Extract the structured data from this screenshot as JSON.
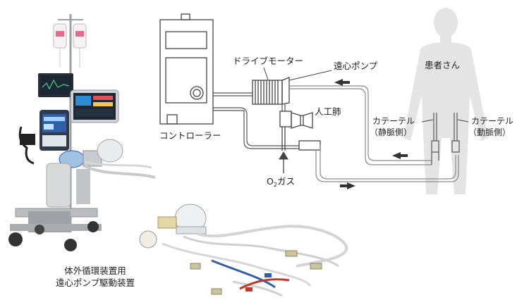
{
  "diagram": {
    "controller_label": "コントローラー",
    "drive_motor_label": "ドライブモーター",
    "centrifugal_pump_label": "遠心ポンプ",
    "oxygenator_label": "人工肺",
    "o2_gas_label": {
      "o": "O",
      "sub": "2",
      "rest": "ガス"
    },
    "patient_label": "患者さん",
    "catheter_venous_label": "カテーテル",
    "catheter_venous_side": "（静脈側）",
    "catheter_arterial_label": "カテーテル",
    "catheter_arterial_side": "（動脈側）"
  },
  "photo_caption": {
    "line1": "体外循環装置用",
    "line2": "遠心ポンプ駆動装置"
  },
  "colors": {
    "line": "#555555",
    "tube": "#8a8a8a",
    "silhouette": "#e4e4e4",
    "device_body": "#d9d9d9",
    "screen": "#1c2836",
    "accent_blue": "#2f5fa8",
    "accent_red": "#c0392b"
  }
}
